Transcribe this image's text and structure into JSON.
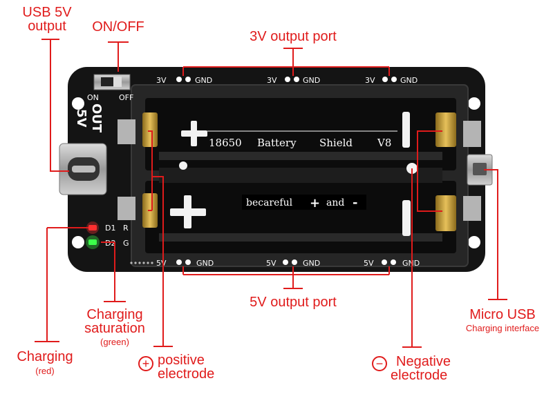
{
  "labels": {
    "usb_5v_output": [
      "USB 5V",
      "output"
    ],
    "on_off": "ON/OFF",
    "output_3v_port": "3V output port",
    "output_5v_port": "5V output port",
    "charging_saturation": [
      "Charging",
      "saturation"
    ],
    "charging_saturation_note": "(green)",
    "charging": "Charging",
    "charging_note": "(red)",
    "positive_electrode": [
      "positive",
      "electrode"
    ],
    "positive_symbol": "+",
    "negative_electrode": [
      "Negative",
      "electrode"
    ],
    "negative_symbol": "−",
    "micro_usb": "Micro USB",
    "micro_usb_note": "Charging interface"
  },
  "board": {
    "silk_3v": "3V",
    "silk_5v": "5V",
    "silk_gnd": "GND",
    "silk_on": "ON",
    "silk_off": "OFF",
    "silk_out": "OUT",
    "silk_out_5v": "5V",
    "silk_d1": "D1",
    "silk_d2": "D2",
    "silk_r": "R",
    "silk_g": "G",
    "title_18650": "18650",
    "title_battery": "Battery",
    "title_shield": "Shield",
    "title_version": "V8",
    "caution_1": "becareful",
    "caution_plus": "+",
    "caution_2": "and",
    "caution_minus": "-"
  },
  "colors": {
    "annotation": "#e01b1b",
    "pcb": "#141414",
    "holder": "#262626",
    "contact": "#c9a032"
  }
}
